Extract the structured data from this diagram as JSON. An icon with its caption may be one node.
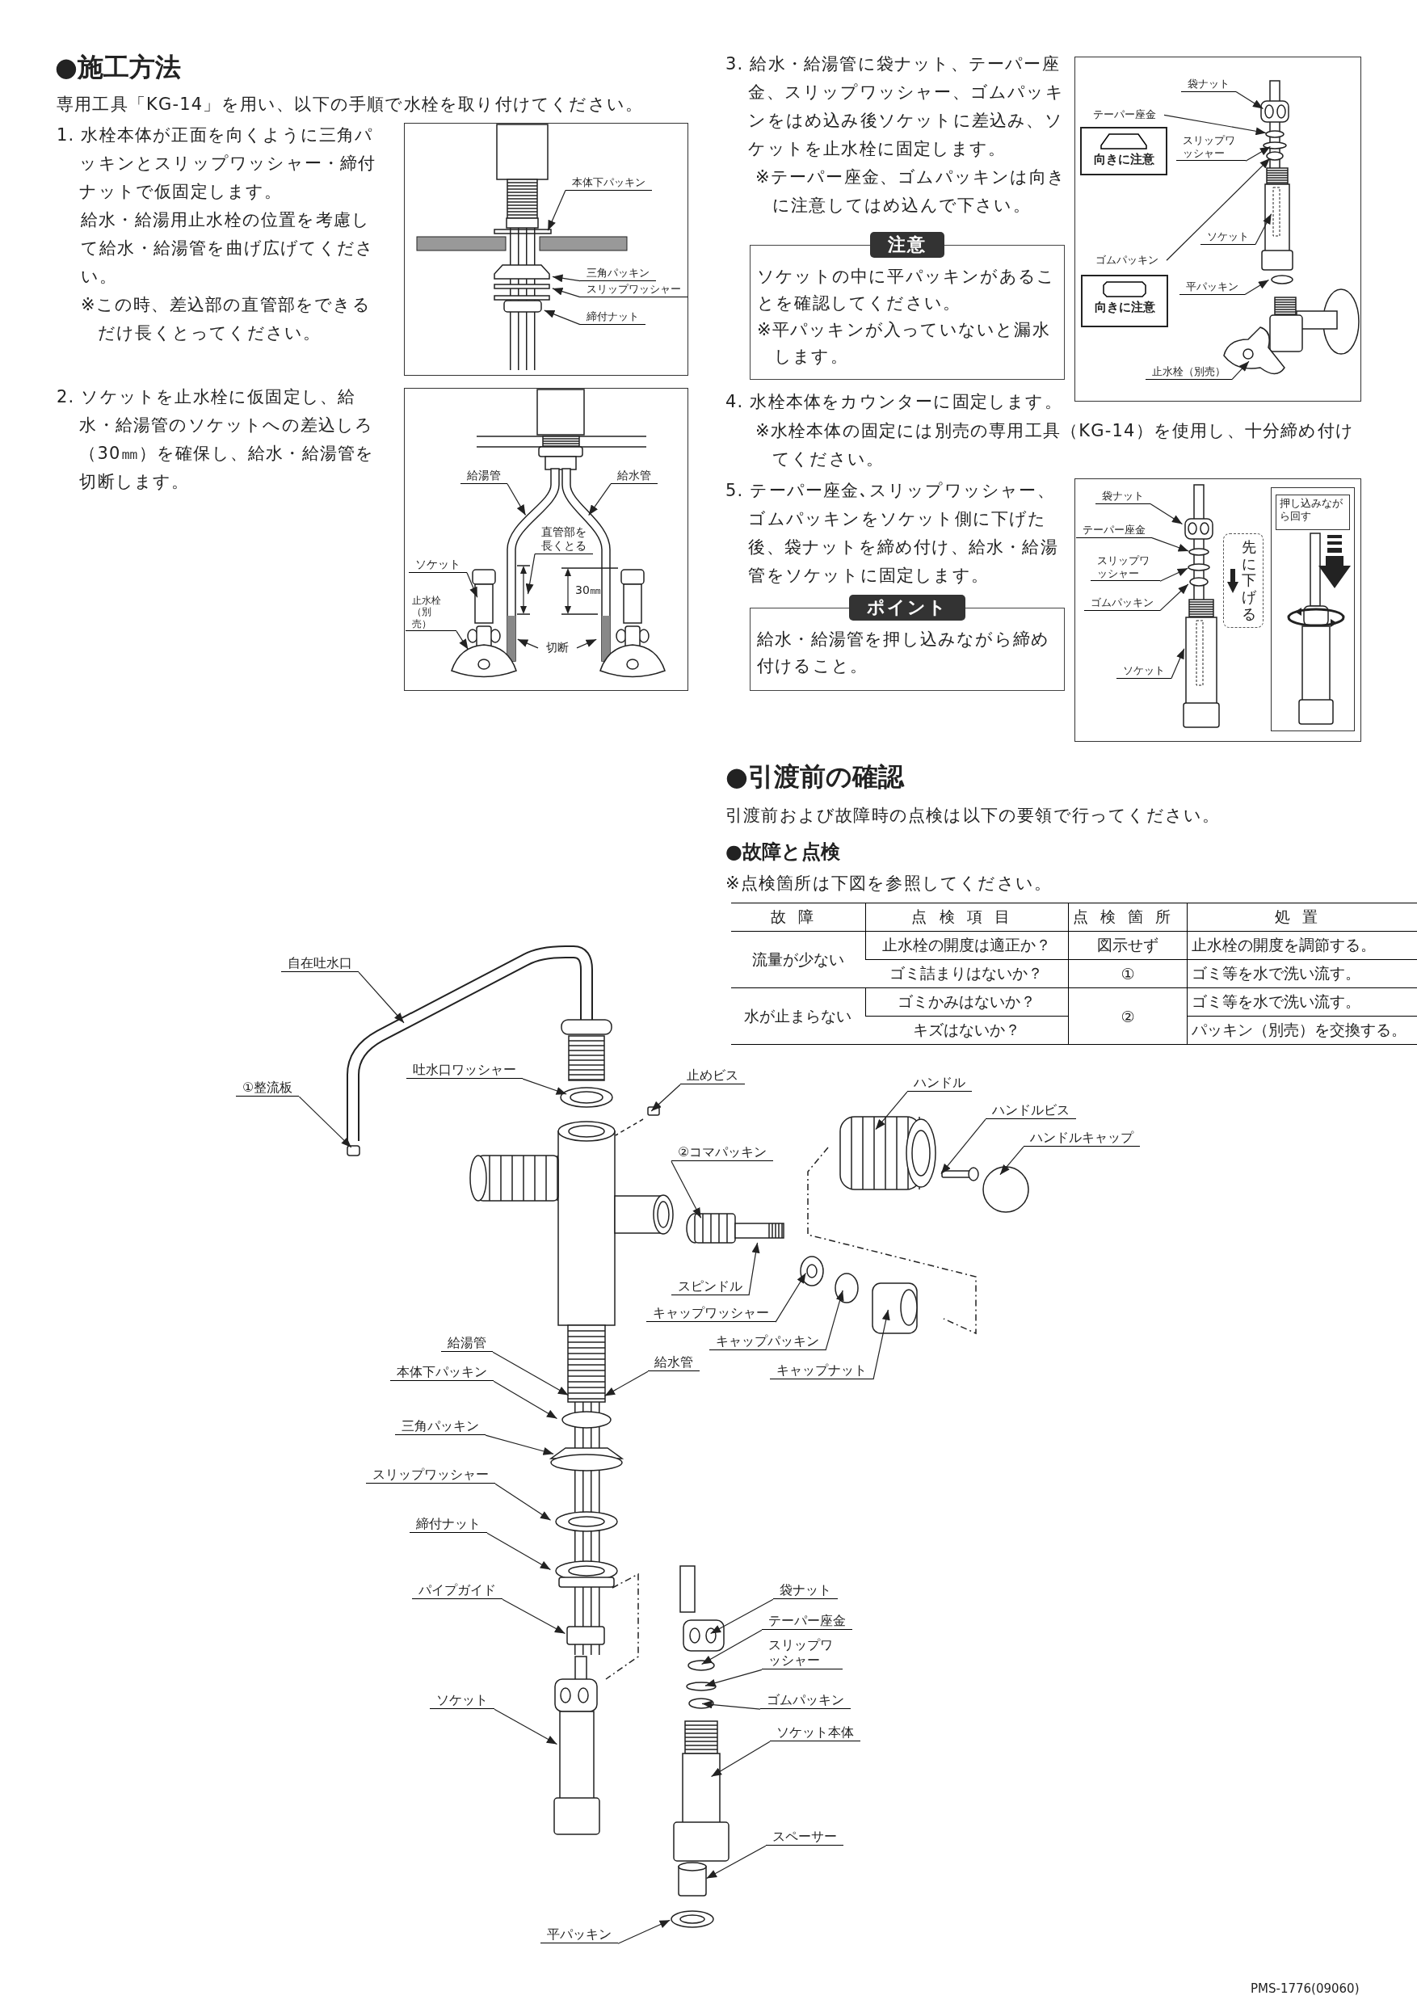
{
  "diagram": {
    "nodes": [
      {
        "text": [],
        "shape": "box"
      },
      {
        "text": [],
        "shape": "picture",
        "in": 0
      },
      {
        "text": [
          "本体下パッキン"
        ],
        "in": 0
      },
      {
        "text": [
          "三角パッキン"
        ],
        "in": 0
      },
      {
        "text": [
          "スリップワッシャー"
        ],
        "in": 0
      },
      {
        "text": [
          "締付ナット"
        ],
        "in": 0
      },
      {
        "text": [],
        "shape": "box"
      },
      {
        "text": [],
        "shape": "picture",
        "in": 6
      },
      {
        "text": [
          "給湯管"
        ],
        "in": 7
      },
      {
        "text": [
          "給水管"
        ],
        "in": 7
      },
      {
        "text": [
          "直管部を長くとる"
        ],
        "in": 7
      },
      {
        "text": [
          "ソケット"
        ],
        "in": 6
      },
      {
        "text": [
          "止水栓（別売）"
        ],
        "in": 6
      },
      {
        "text": [
          "切断"
        ],
        "in": 7
      },
      {
        "text": [
          "注意",
          "ソケットの中に平パッキンがあることを確認してください。",
          "※平パッキンが入っていないと漏水します。"
        ]
      },
      {
        "text": [],
        "shape": "box"
      },
      {
        "text": [],
        "shape": "picture",
        "in": 15
      },
      {
        "text": [
          "袋ナット"
        ],
        "in": 15
      },
      {
        "text": [
          "テーパー座金"
        ],
        "in": 15
      },
      {
        "text": [
          "向きに注意"
        ],
        "in": 15
      },
      {
        "text": [
          "スリップワッシャー"
        ],
        "in": 15
      },
      {
        "text": [
          "ソケット"
        ],
        "in": 15
      },
      {
        "text": [
          "ゴムパッキン"
        ],
        "in": 15
      },
      {
        "text": [
          "向きに注意"
        ],
        "in": 15
      },
      {
        "text": [
          "平パッキン"
        ],
        "in": 15
      },
      {
        "text": [
          "止水栓（別売）"
        ],
        "in": 15
      },
      {
        "text": [
          "ポイント",
          "給水・給湯管を押し込みながら締め付けること。"
        ]
      },
      {
        "text": [],
        "shape": "box"
      },
      {
        "text": [],
        "shape": "picture",
        "in": 27
      },
      {
        "text": [
          "袋ナット"
        ],
        "in": 27
      },
      {
        "text": [
          "テーパー座金"
        ],
        "in": 27
      },
      {
        "text": [
          "先に下げる"
        ],
        "in": 27
      },
      {
        "text": [
          "スリップワッシャー"
        ],
        "in": 27
      },
      {
        "text": [
          "ゴムパッキン"
        ],
        "in": 27
      },
      {
        "text": [
          "ソケット"
        ],
        "in": 27
      },
      {
        "text": [],
        "shape": "box",
        "in": 27
      },
      {
        "text": [
          "押し込みながら回す"
        ],
        "in": 35
      },
      {
        "text": [],
        "shape": "picture"
      },
      {
        "text": [
          "自在吐水口"
        ]
      },
      {
        "text": [
          "①整流板"
        ]
      },
      {
        "text": [
          "吐水口ワッシャー"
        ],
        "in": 37
      },
      {
        "text": [
          "止めビス"
        ],
        "in": 37
      },
      {
        "text": [
          "ハンドル"
        ],
        "in": 37
      },
      {
        "text": [
          "ハンドルビス"
        ]
      },
      {
        "text": [
          "ハンドルキャップ"
        ]
      },
      {
        "text": [
          "②コマパッキン"
        ],
        "in": 37
      },
      {
        "text": [
          "スピンドル"
        ],
        "in": 37
      },
      {
        "text": [
          "キャップワッシャー"
        ],
        "in": 37
      },
      {
        "text": [
          "キャップパッキン"
        ],
        "in": 37
      },
      {
        "text": [
          "キャップナット"
        ],
        "in": 37
      },
      {
        "text": [
          "給湯管"
        ],
        "in": 37
      },
      {
        "text": [
          "給水管"
        ],
        "in": 37
      },
      {
        "text": [
          "本体下パッキン"
        ],
        "in": 37
      },
      {
        "text": [
          "三角パッキン"
        ],
        "in": 37
      },
      {
        "text": [
          "スリップワッシャー"
        ],
        "in": 37
      },
      {
        "text": [
          "締付ナット"
        ],
        "in": 37
      },
      {
        "text": [
          "パイプガイド"
        ],
        "in": 37
      },
      {
        "text": [
          "袋ナット"
        ],
        "in": 37
      },
      {
        "text": [
          "テーパー座金"
        ],
        "in": 37
      },
      {
        "text": [
          "スリップワッシャー"
        ],
        "in": 37
      },
      {
        "text": [
          "ソケット"
        ],
        "in": 37
      },
      {
        "text": [
          "ゴムパッキン"
        ],
        "in": 37
      },
      {
        "text": [
          "ソケット本体"
        ],
        "in": 37
      },
      {
        "text": [
          "スペーサー"
        ],
        "in": 37
      },
      {
        "text": [
          "平パッキン"
        ]
      }
    ],
    "edges": [
      {
        "from": 2,
        "to": 1,
        "arrow": "to"
      },
      {
        "from": 3,
        "to": 1,
        "arrow": "to"
      },
      {
        "from": 4,
        "to": 1,
        "arrow": "to"
      },
      {
        "from": 5,
        "to": 1,
        "arrow": "to"
      },
      {
        "from": 8,
        "to": 7,
        "arrow": "to"
      },
      {
        "from": 9,
        "to": 7,
        "arrow": "to"
      },
      {
        "from": 10,
        "to": 7,
        "arrow": "to"
      },
      {
        "from": 11,
        "to": 7,
        "arrow": "to"
      },
      {
        "from": 12,
        "to": 7,
        "arrow": "to"
      },
      {
        "from": 13,
        "to": 7,
        "arrow": "to"
      },
      {
        "from": 13,
        "to": 7,
        "arrow": "to"
      },
      {
        "from": 17,
        "to": 16,
        "arrow": "to"
      },
      {
        "from": 18,
        "to": 16,
        "arrow": "to"
      },
      {
        "from": 20,
        "to": 16,
        "arrow": "to"
      },
      {
        "from": 21,
        "to": 16,
        "arrow": "to"
      },
      {
        "from": 22,
        "to": 16,
        "arrow": "to"
      },
      {
        "from": 24,
        "to": 16,
        "arrow": "to"
      },
      {
        "from": 25,
        "to": 16,
        "arrow": "to"
      },
      {
        "from": 29,
        "to": 28,
        "arrow": "to"
      },
      {
        "from": 30,
        "to": 28,
        "arrow": "to"
      },
      {
        "from": 32,
        "to": 28,
        "arrow": "to"
      },
      {
        "from": 33,
        "to": 28,
        "arrow": "to"
      },
      {
        "from": 34,
        "to": 28,
        "arrow": "to"
      },
      {
        "from": 38,
        "to": 37,
        "arrow": "to"
      },
      {
        "from": 39,
        "to": 37,
        "arrow": "to"
      },
      {
        "from": 40,
        "to": 37,
        "arrow": "to"
      },
      {
        "from": 41,
        "to": 37,
        "arrow": "to"
      },
      {
        "from": 42,
        "to": 37,
        "arrow": "to"
      },
      {
        "from": 43,
        "to": 37,
        "arrow": "to"
      },
      {
        "from": 44,
        "to": 37,
        "arrow": "to"
      },
      {
        "from": 45,
        "to": 37,
        "arrow": "to"
      },
      {
        "from": 46,
        "to": 37,
        "arrow": "to"
      },
      {
        "from": 47,
        "to": 37,
        "arrow": "to"
      },
      {
        "from": 48,
        "to": 37,
        "arrow": "to"
      },
      {
        "from": 49,
        "to": 37,
        "arrow": "to"
      },
      {
        "from": 50,
        "to": 37,
        "arrow": "to"
      },
      {
        "from": 51,
        "to": 37,
        "arrow": "to"
      },
      {
        "from": 52,
        "to": 37,
        "arrow": "to"
      },
      {
        "from": 53,
        "to": 37,
        "arrow": "to"
      },
      {
        "from": 54,
        "to": 37,
        "arrow": "to"
      },
      {
        "from": 55,
        "to": 37,
        "arrow": "to"
      },
      {
        "from": 56,
        "to": 37,
        "arrow": "to"
      },
      {
        "from": 57,
        "to": 37,
        "arrow": "to"
      },
      {
        "from": 58,
        "to": 37,
        "arrow": "to"
      },
      {
        "from": 59,
        "to": 37,
        "arrow": "to"
      },
      {
        "from": 60,
        "to": 37,
        "arrow": "to"
      },
      {
        "from": 61,
        "to": 37,
        "arrow": "to"
      },
      {
        "from": 62,
        "to": 37,
        "arrow": "to"
      },
      {
        "from": 63,
        "to": 37,
        "arrow": "to"
      },
      {
        "from": 64,
        "to": 37,
        "arrow": "to"
      }
    ],
    "labels": [
      "●施工方法",
      "専用工具「KG-14」を用い、以下の手順で水栓を取り付けてください。",
      "1. 水栓本体が正面を向くように三角パッキンとスリップワッシャー・締付ナットで仮固定します。",
      "給水・給湯用止水栓の位置を考慮して給水・給湯管を曲げ広げてください。",
      "※この時、差込部の直管部をできるだけ長くとってください。",
      "2. ソケットを止水栓に仮固定し、給水・給湯管のソケットへの差込しろ（30㎜）を確保し、給水・給湯管を切断します。",
      "30㎜",
      "3. 給水・給湯管に袋ナット、テーパー座金、スリップワッシャー、ゴムパッキンをはめ込み後ソケットに差込み、ソケットを止水栓に固定します。",
      "※テーパー座金、ゴムパッキンは向きに注意してはめ込んで下さい。",
      "4. 水栓本体をカウンターに固定します。",
      "※水栓本体の固定には別売の専用工具（KG-14）を使用し、十分締め付けてください。",
      "5. テーパー座金､スリップワッシャー、ゴムパッキンをソケット側に下げた後、袋ナットを締め付け、給水・給湯管をソケットに固定します。",
      "●引渡前の確認",
      "引渡前および故障時の点検は以下の要領で行ってください。",
      "●故障と点検",
      "※点検箇所は下図を参照してください。",
      "故障",
      "点検項目",
      "点検箇所",
      "処置",
      "流量が少ない",
      "止水栓の開度は適正か？",
      "図示せず",
      "止水栓の開度を調節する。",
      "ゴミ詰まりはないか？",
      "①",
      "ゴミ等を水で洗い流す。",
      "水が止まらない",
      "ゴミかみはないか？",
      "②",
      "ゴミ等を水で洗い流す。",
      "キズはないか？",
      "パッキン（別売）を交換する。",
      "PMS-1776(09060)"
    ]
  }
}
